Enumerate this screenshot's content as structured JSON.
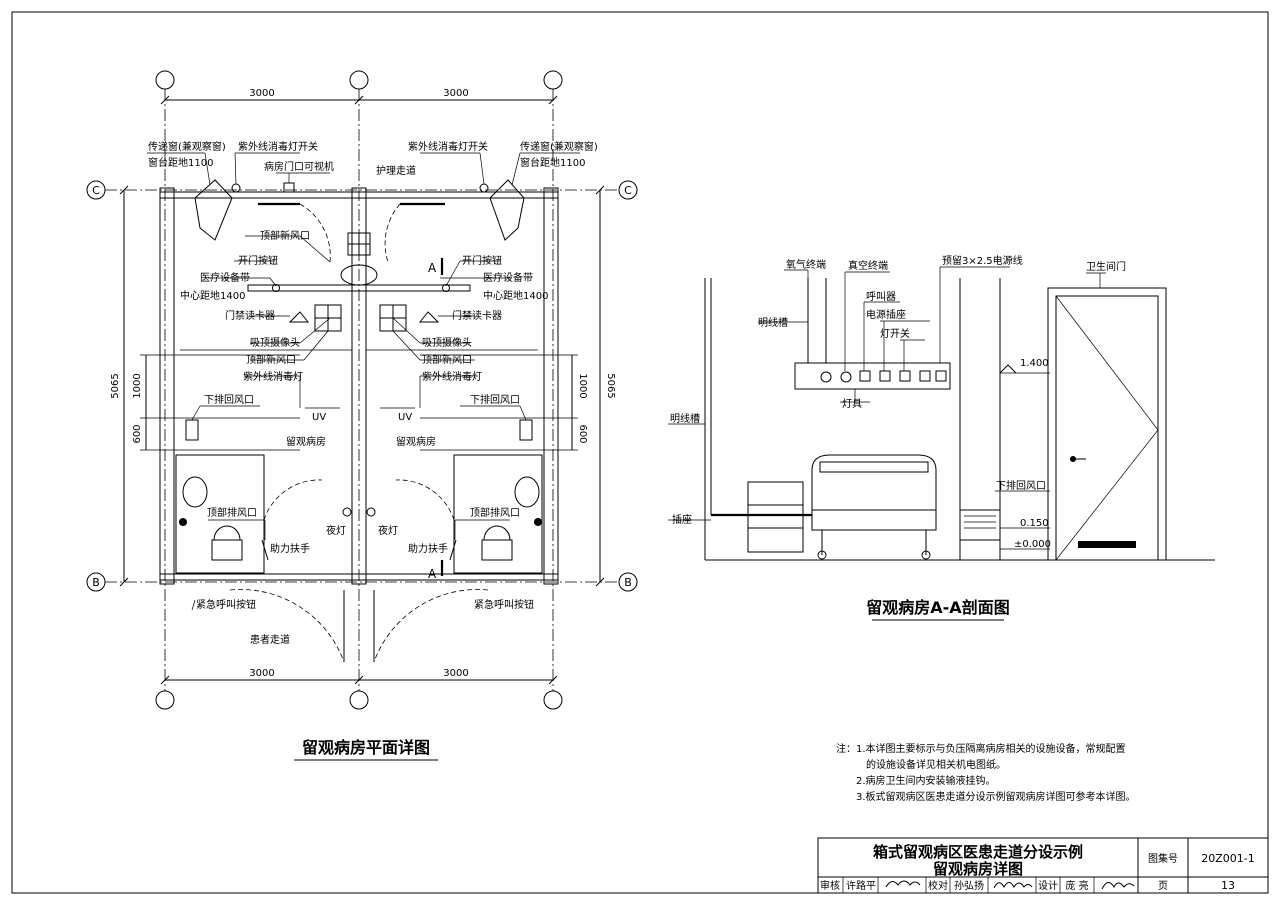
{
  "plan": {
    "title": "留观病房平面详图",
    "dim_top_left": "3000",
    "dim_top_right": "3000",
    "dim_bottom_left": "3000",
    "dim_bottom_right": "3000",
    "dim_left_total": "5065",
    "dim_right_total": "5065",
    "dim_1000": "1000",
    "dim_600": "600",
    "axis_c": "C",
    "axis_b": "B",
    "section_mark": "A",
    "left_labels": {
      "pass_window": "传递窗(兼观察窗)",
      "sill_height": "窗台距地1100",
      "uv_switch": "紫外线消毒灯开关",
      "door_viewer": "病房门口可视机",
      "fresh_air_top": "顶部新风口",
      "open_button": "开门按钮",
      "medical_band": "医疗设备带",
      "center_height": "中心距地1400",
      "card_reader": "门禁读卡器",
      "ceiling_camera": "吸顶摄像头",
      "fresh_air": "顶部新风口",
      "uv_lamp": "紫外线消毒灯",
      "return_air": "下排回风口",
      "room": "留观病房",
      "exhaust": "顶部排风口",
      "handrail": "助力扶手",
      "night_light": "夜灯",
      "emergency": "紧急呼叫按钮",
      "patient_corridor": "患者走道",
      "uv": "UV"
    },
    "right_labels": {
      "pass_window": "传递窗(兼观察窗)",
      "sill_height": "窗台距地1100",
      "uv_switch": "紫外线消毒灯开关",
      "nursing_corridor": "护理走道",
      "open_button": "开门按钮",
      "medical_band": "医疗设备带",
      "center_height": "中心距地1400",
      "card_reader": "门禁读卡器",
      "ceiling_camera": "吸顶摄像头",
      "fresh_air": "顶部新风口",
      "uv_lamp": "紫外线消毒灯",
      "return_air": "下排回风口",
      "room": "留观病房",
      "exhaust": "顶部排风口",
      "handrail": "助力扶手",
      "night_light": "夜灯",
      "emergency": "紧急呼叫按钮",
      "uv": "UV"
    }
  },
  "section": {
    "title": "留观病房A-A剖面图",
    "oxygen": "氧气终端",
    "vacuum": "真空终端",
    "power_reserve": "预留3×2.5电源线",
    "toilet_door": "卫生间门",
    "caller": "呼叫器",
    "power_socket": "电源插座",
    "light_switch": "灯开关",
    "lamp": "灯具",
    "conduit_top": "明线槽",
    "conduit_side": "明线槽",
    "socket": "插座",
    "return_air": "下排回风口",
    "level_1400": "1.400",
    "level_150": "0.150",
    "level_0": "±0.000"
  },
  "notes": {
    "n1a": "注：1.本详图主要标示与负压隔离病房相关的设施设备，常规配置",
    "n1b": "的设施设备详见相关机电图纸。",
    "n2": "2.病房卫生间内安装输液挂钩。",
    "n3": "3.板式留观病区医患走道分设示例留观病房详图可参考本详图。"
  },
  "titleblock": {
    "title_line1": "箱式留观病区医患走道分设示例",
    "title_line2": "留观病房详图",
    "atlas_label": "图集号",
    "atlas_no": "20Z001-1",
    "review_label": "审核",
    "review_name": "许路平",
    "check_label": "校对",
    "check_name": "孙弘扬",
    "design_label": "设计",
    "design_name": "庞 亮",
    "page_label": "页",
    "page_no": "13"
  }
}
